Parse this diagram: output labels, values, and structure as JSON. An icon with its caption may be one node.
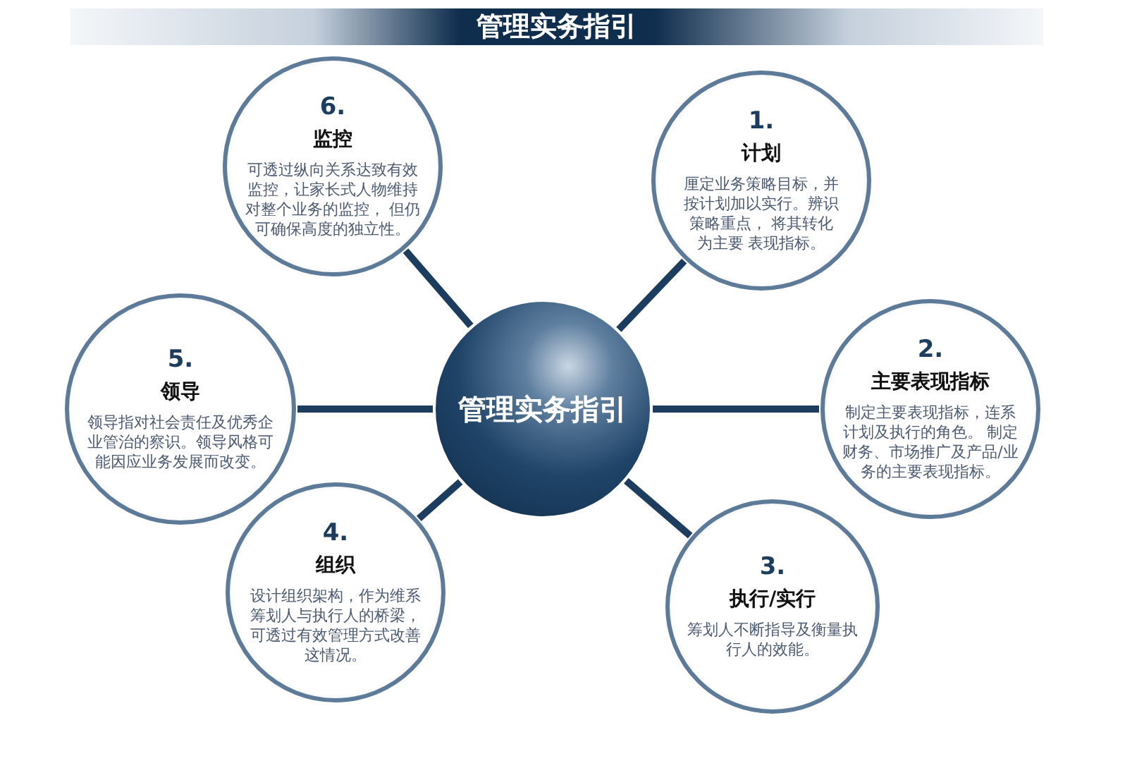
{
  "diagram": {
    "title": "管理实务指引",
    "nodes": [
      {
        "text": [
          "管理实务指引"
        ]
      },
      {
        "text": [
          "1.",
          "计划",
          "厘定业务策略目标，并按计划加以实行。辨识策略重点， 将其转化为主要 表现指标。"
        ]
      },
      {
        "text": [
          "2.",
          "主要表现指标",
          "制定主要表现指标，连系计划及执行的角色。 制定财务、市场推广及产品/业务的主要表现指标。"
        ]
      },
      {
        "text": [
          "3.",
          "执行/实行",
          "筹划人不断指导及衡量执行人的效能。"
        ]
      },
      {
        "text": [
          "4.",
          "组织",
          "设计组织架构，作为维系筹划人与执行人的桥梁，可透过有效管理方式改善这情况。"
        ]
      },
      {
        "text": [
          "5.",
          "领导",
          "领导指对社会责任及优秀企业管治的察识。领导风格可能因应业务发展而改变。"
        ]
      },
      {
        "text": [
          "6.",
          "监控",
          "可透过纵向关系达致有效监控，让家长式人物维持对整个业务的监控， 但仍可确保高度的独立性。"
        ]
      }
    ],
    "edges": [
      {
        "from": 0,
        "to": 1,
        "arrow": "none"
      },
      {
        "from": 0,
        "to": 2,
        "arrow": "none"
      },
      {
        "from": 0,
        "to": 3,
        "arrow": "none"
      },
      {
        "from": 0,
        "to": 4,
        "arrow": "none"
      },
      {
        "from": 0,
        "to": 5,
        "arrow": "none"
      },
      {
        "from": 0,
        "to": 6,
        "arrow": "none"
      }
    ]
  }
}
